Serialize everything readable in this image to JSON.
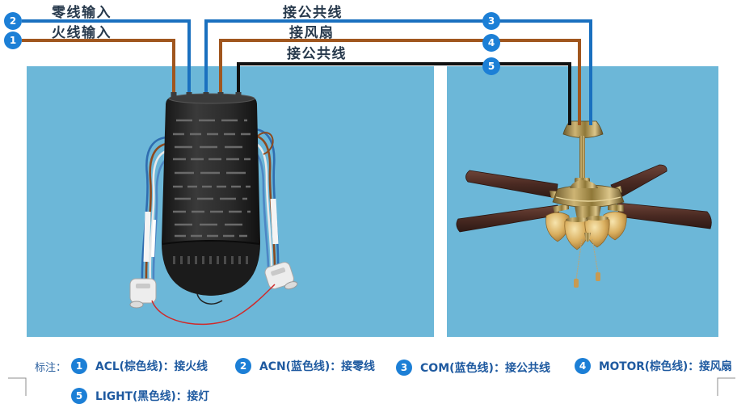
{
  "callouts": {
    "inputs": [
      {
        "number": "2",
        "label": "零线输入"
      },
      {
        "number": "1",
        "label": "火线输入"
      }
    ],
    "outputs": [
      {
        "number": "3",
        "label": "接公共线"
      },
      {
        "number": "4",
        "label": "接风扇"
      },
      {
        "number": "5",
        "label": "接公共线"
      }
    ]
  },
  "legend": {
    "title": "标注：",
    "items": [
      {
        "number": "1",
        "text": "ACL(棕色线)：接火线"
      },
      {
        "number": "2",
        "text": "ACN(蓝色线)：接零线"
      },
      {
        "number": "3",
        "text": "COM(蓝色线)：接公共线"
      },
      {
        "number": "4",
        "text": "MOTOR(棕色线)：接风扇"
      },
      {
        "number": "5",
        "text": "LIGHT(黑色线)：接灯"
      }
    ]
  },
  "colors": {
    "badge": "#1c7fd6",
    "wire_blue": "#1a70bf",
    "wire_brown": "#a0561e",
    "wire_black": "#111111",
    "panel": "#6cb7d8",
    "crop_marks": "#8c8c8c"
  }
}
